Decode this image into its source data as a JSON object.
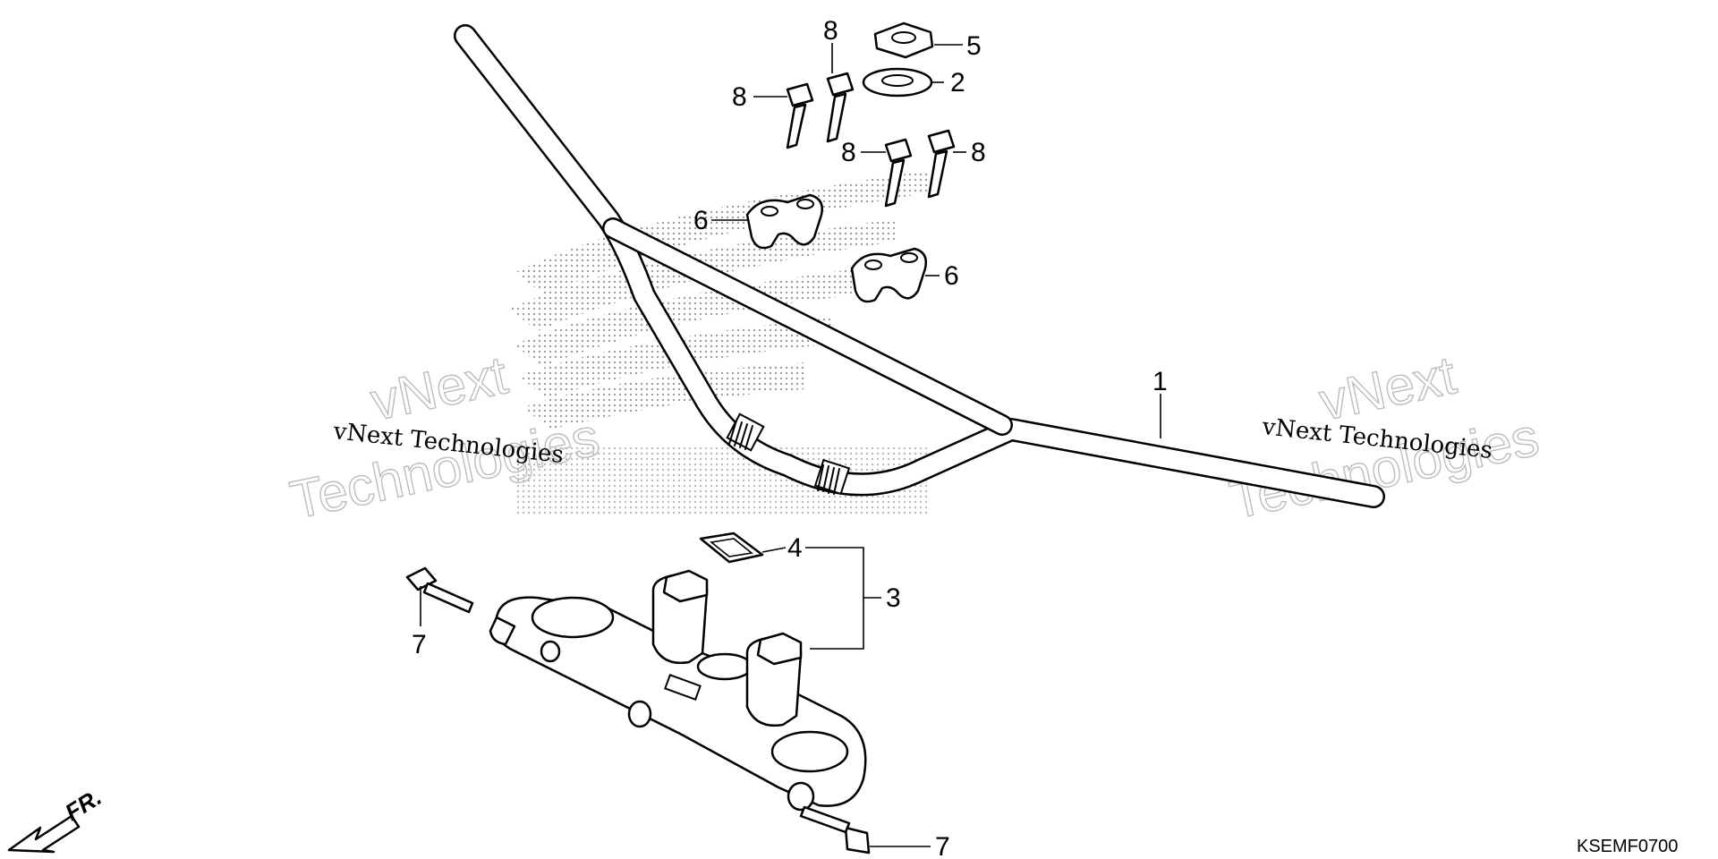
{
  "callouts": {
    "c1": "1",
    "c2": "2",
    "c3": "3",
    "c4": "4",
    "c5": "5",
    "c6a": "6",
    "c6b": "6",
    "c7a": "7",
    "c7b": "7",
    "c8a": "8",
    "c8b": "8",
    "c8c": "8",
    "c8d": "8"
  },
  "watermarks": {
    "brand": "vNext",
    "word": "Technologies",
    "full": "vNext Technologies"
  },
  "direction": {
    "label": "FR."
  },
  "diagram_code": "KSEMF0700",
  "icons": {
    "front_arrow": "arrow-down-left-icon",
    "logo": "wing-logo-watermark"
  }
}
